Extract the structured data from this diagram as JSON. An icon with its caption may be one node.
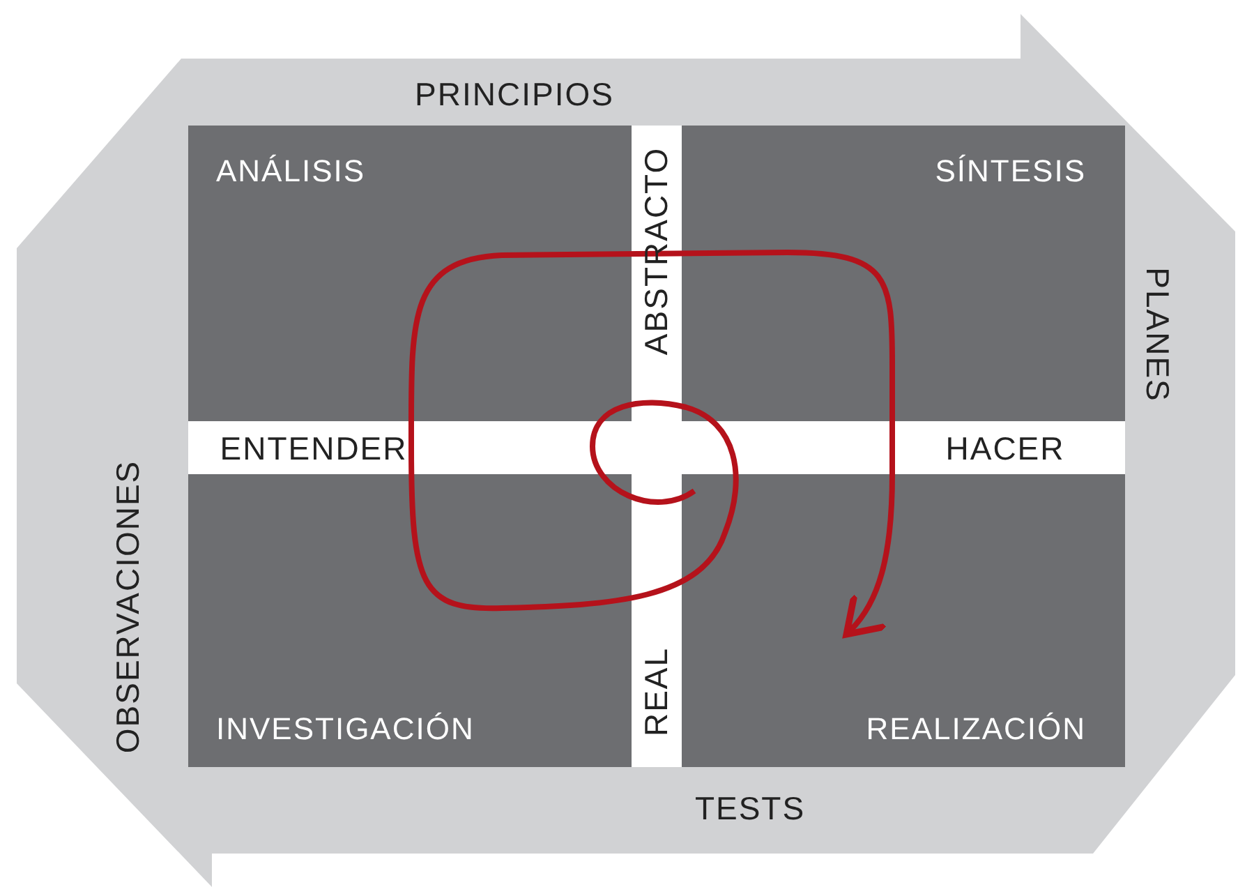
{
  "diagram": {
    "nodes": [
      {
        "text": [
          "ANÁLISIS"
        ]
      },
      {
        "text": [
          "SÍNTESIS"
        ]
      },
      {
        "text": [
          "INVESTIGACIÓN"
        ]
      },
      {
        "text": [
          "REALIZACIÓN"
        ]
      }
    ],
    "edges": [
      {
        "from": null,
        "to": 3,
        "arrow": "to"
      }
    ],
    "labels": [
      "PRINCIPIOS",
      "PLANES",
      "TESTS",
      "OBSERVACIONES",
      "ABSTRACTO",
      "REAL",
      "ENTENDER",
      "HACER"
    ]
  }
}
